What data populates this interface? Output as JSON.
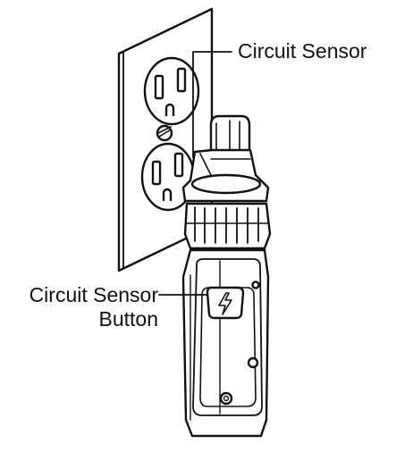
{
  "figure": {
    "callouts": {
      "circuit_sensor": "Circuit Sensor",
      "circuit_sensor_button_line1": "Circuit Sensor",
      "circuit_sensor_button_line2": "Button"
    },
    "icons": {
      "button_symbol": "lightning-bolt-icon"
    },
    "colors": {
      "line": "#111111",
      "background": "#ffffff"
    }
  }
}
